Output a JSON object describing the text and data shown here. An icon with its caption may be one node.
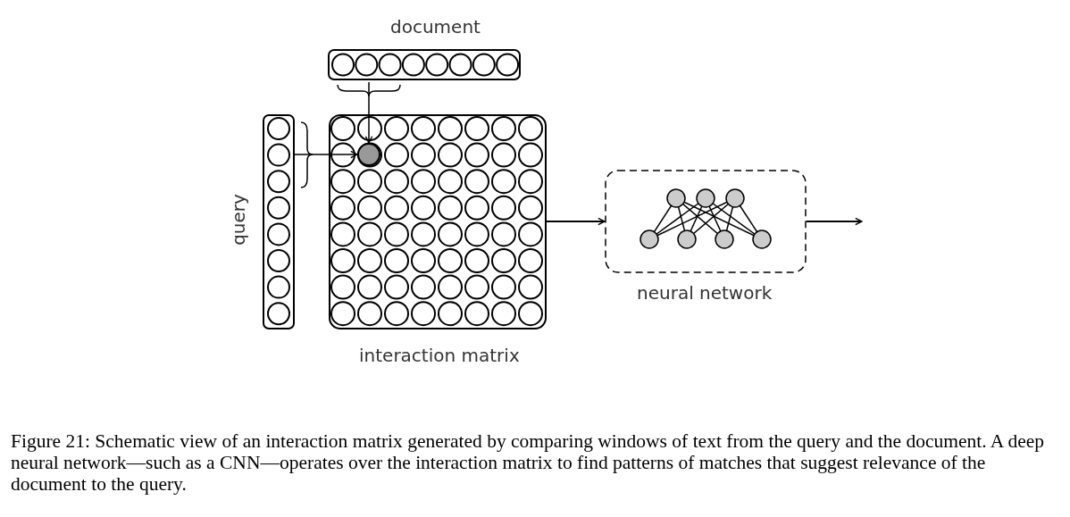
{
  "diagram": {
    "caption": "Figure 21: Schematic view of an interaction matrix generated by comparing windows of text from the query and the document. A deep neural network—such as a CNN—operates over the interaction matrix to find patterns of matches that suggest relevance of the document to the query.",
    "nodes": [
      {
        "text": [
          "document"
        ]
      },
      {
        "text": [
          "query"
        ]
      },
      {
        "text": [
          "interaction matrix"
        ]
      },
      {
        "text": [],
        "shape": "circle",
        "in": 2
      },
      {
        "text": [
          "neural network"
        ]
      }
    ],
    "edges": [
      {
        "from": 0,
        "to": 3,
        "arrow": "to"
      },
      {
        "from": 1,
        "to": 3,
        "arrow": "to"
      },
      {
        "from": 2,
        "to": 4,
        "arrow": "to"
      },
      {
        "from": 4,
        "to": null,
        "arrow": "to"
      }
    ]
  }
}
